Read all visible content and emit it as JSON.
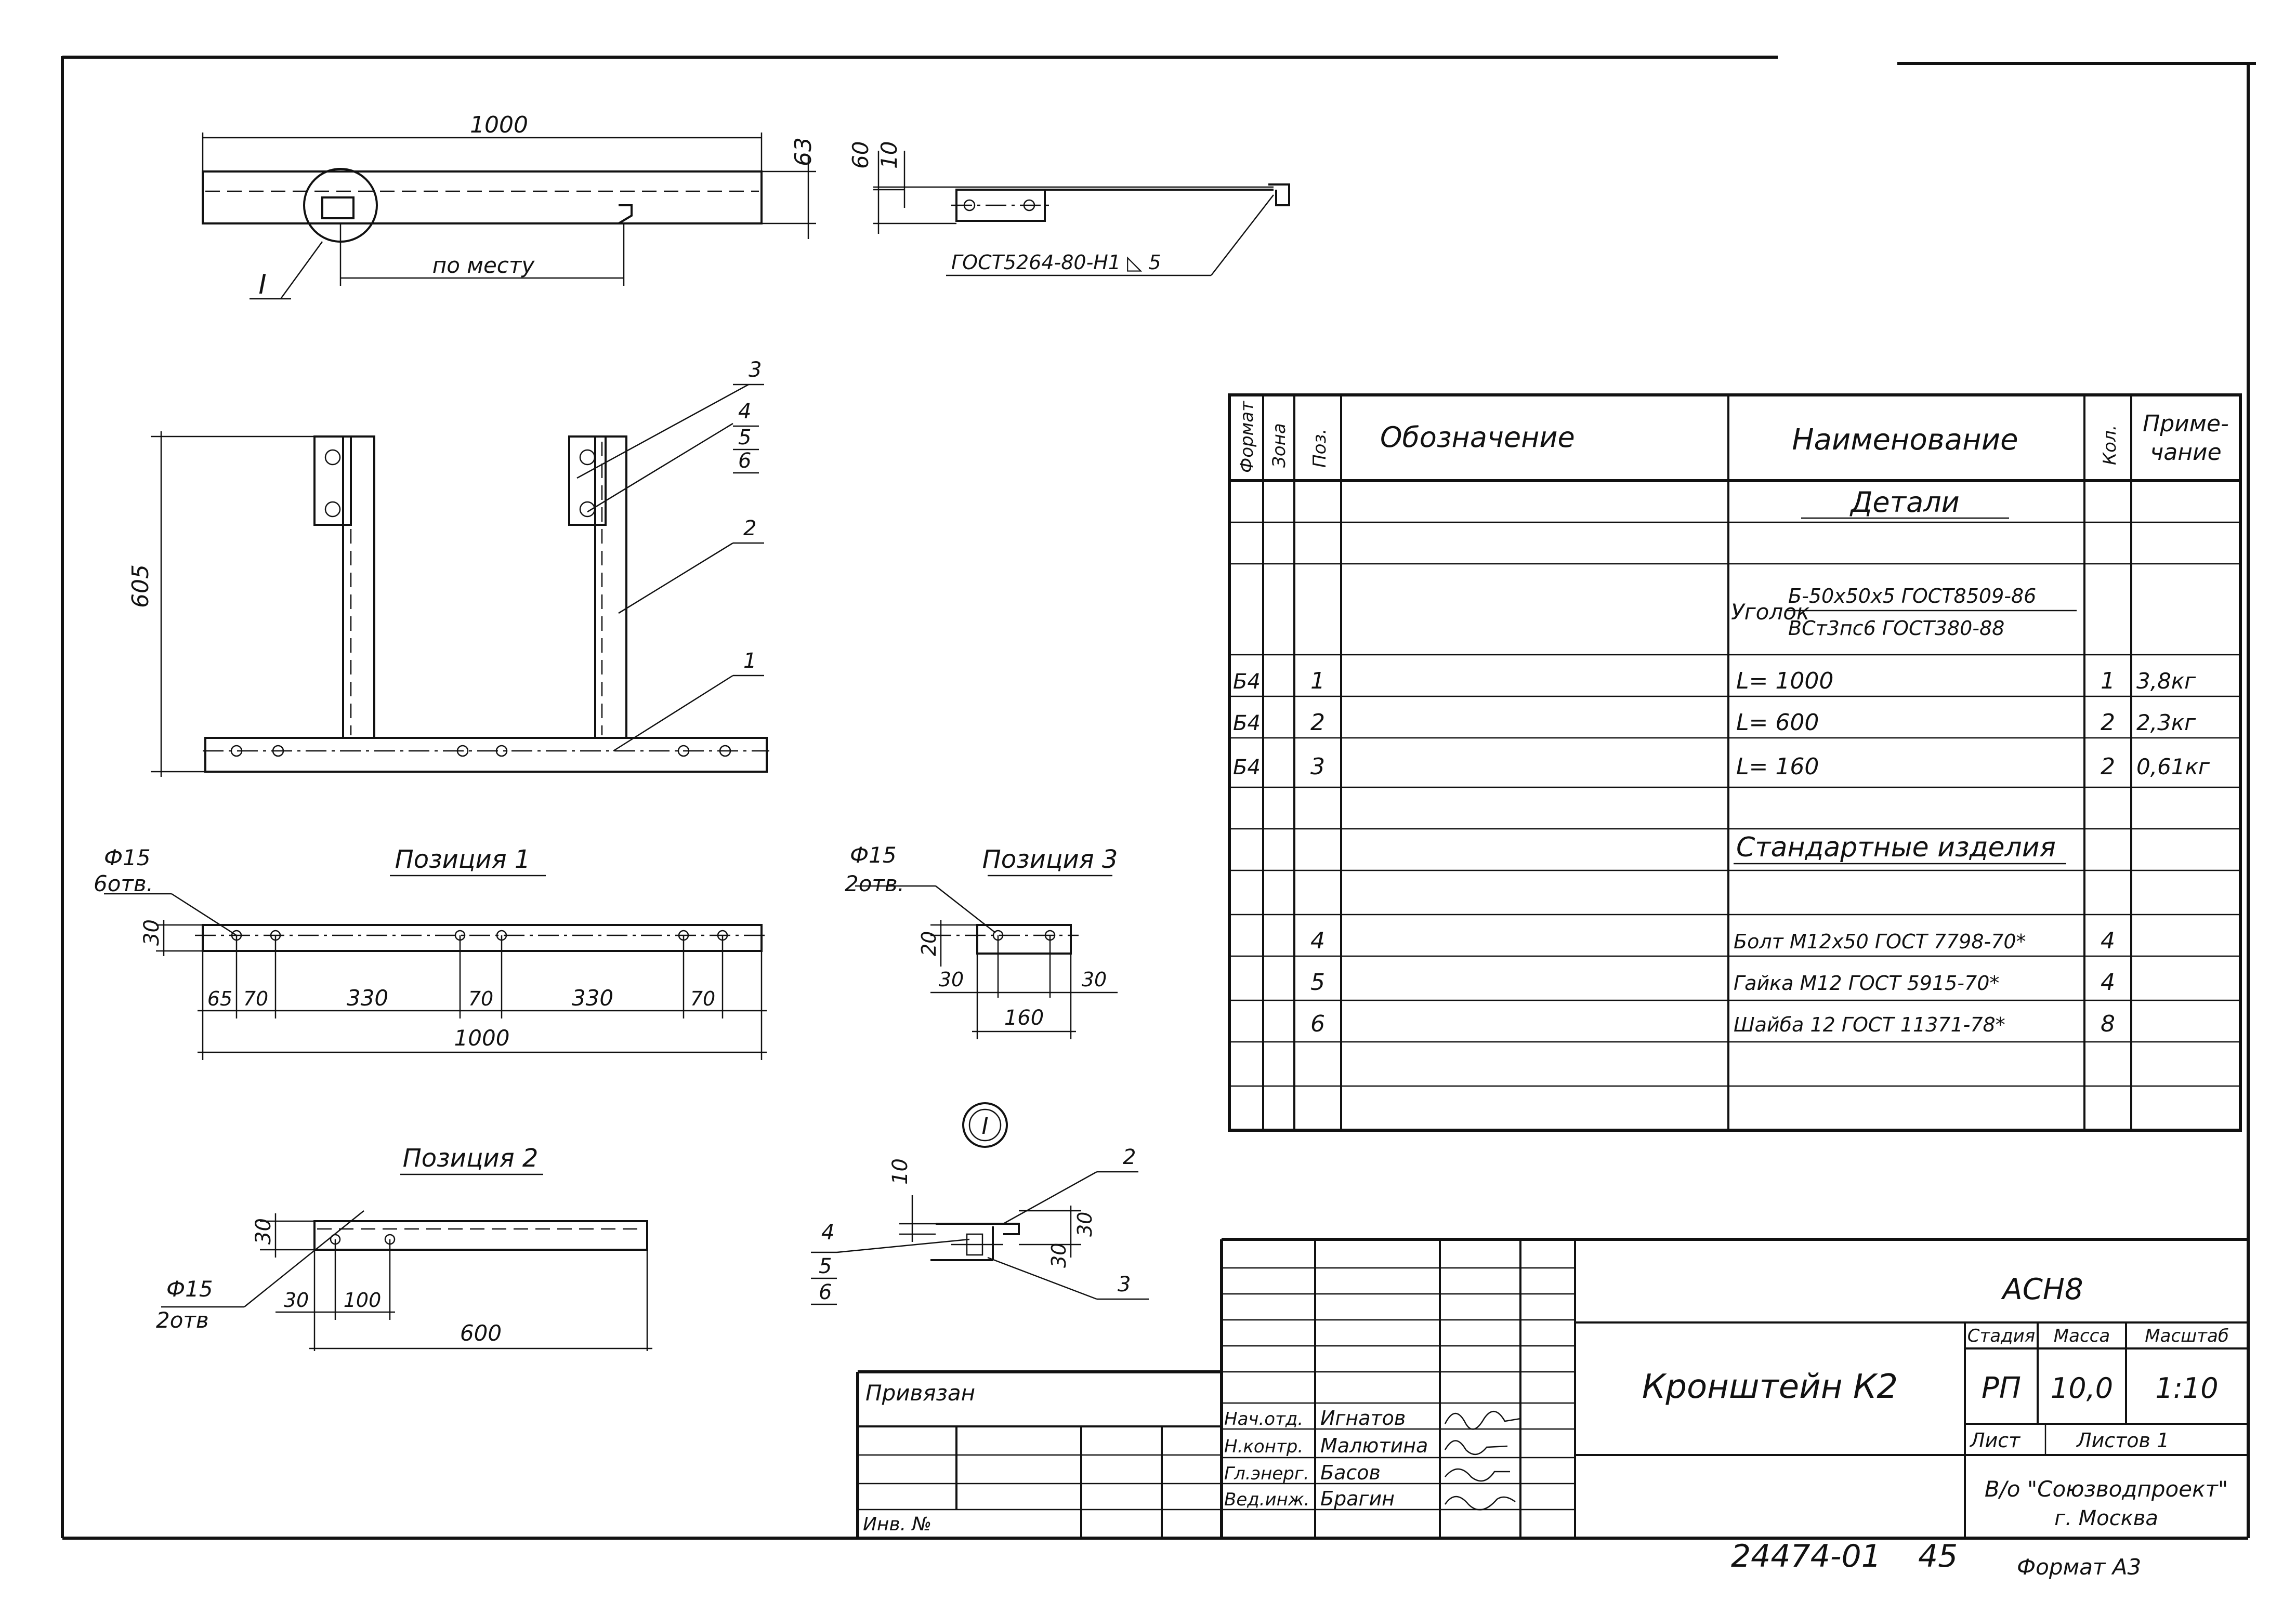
{
  "drawing": {
    "top_view": {
      "dim_length": "1000",
      "dim_height": "63",
      "dim_place": "по месту",
      "callout": "I"
    },
    "side_view": {
      "dim_60": "60",
      "dim_10": "10",
      "weld_note": "ГОСТ5264-80-Н1 ◺ 5"
    },
    "front_view": {
      "dim_height": "605",
      "leader_labels": [
        "3",
        "4",
        "5",
        "6",
        "2",
        "1"
      ]
    },
    "pos1": {
      "title": "Позиция 1",
      "hole_dia": "Ф15",
      "hole_count": "6отв.",
      "dim_width": "30",
      "dims": [
        "65",
        "70",
        "330",
        "70",
        "330",
        "70"
      ],
      "dim_total": "1000"
    },
    "pos2": {
      "title": "Позиция 2",
      "hole_dia": "Ф15",
      "hole_count": "2отв",
      "dim_width": "30",
      "dims": [
        "30",
        "100"
      ],
      "dim_total": "600"
    },
    "pos3": {
      "title": "Позиция 3",
      "hole_dia": "Ф15",
      "hole_count": "2отв.",
      "dim_20": "20",
      "dim_left": "30",
      "dim_right": "30",
      "dim_total": "160"
    },
    "detail": {
      "label": "I",
      "dim_10": "10",
      "dim_30a": "30",
      "dim_30b": "30",
      "leader_2": "2",
      "leader_3": "3",
      "leader_4": "4",
      "leader_5": "5",
      "leader_6": "6"
    }
  },
  "spec": {
    "headers": {
      "format": "Формат",
      "zone": "Зона",
      "pos": "Поз.",
      "designation": "Обозначение",
      "name": "Наименование",
      "qty": "Кол.",
      "note1": "Приме-",
      "note2": "чание"
    },
    "section_details": "Детали",
    "material_prefix": "Уголок",
    "material_top": "Б-50х50х5 ГОСТ8509-86",
    "material_bottom": "ВСт3пс6 ГОСТ380-88",
    "rows": [
      {
        "format": "Б4",
        "pos": "1",
        "name": "L= 1000",
        "qty": "1",
        "note": "3,8кг"
      },
      {
        "format": "Б4",
        "pos": "2",
        "name": "L= 600",
        "qty": "2",
        "note": "2,3кг"
      },
      {
        "format": "Б4",
        "pos": "3",
        "name": "L= 160",
        "qty": "2",
        "note": "0,61кг"
      }
    ],
    "section_standard": "Стандартные изделия",
    "std_rows": [
      {
        "pos": "4",
        "name": "Болт М12х50 ГОСТ 7798-70*",
        "qty": "4"
      },
      {
        "pos": "5",
        "name": "Гайка М12 ГОСТ 5915-70*",
        "qty": "4"
      },
      {
        "pos": "6",
        "name": "Шайба 12 ГОСТ 11371-78*",
        "qty": "8"
      }
    ]
  },
  "title_block": {
    "code": "АСН8",
    "title": "Кронштейн К2",
    "stage_label": "Стадия",
    "mass_label": "Масса",
    "scale_label": "Масштаб",
    "stage": "РП",
    "mass": "10,0",
    "scale": "1:10",
    "sheet_label": "Лист",
    "sheets_label": "Листов 1",
    "org_line1": "В/о \"Союзводпроект\"",
    "org_line2": "г. Москва",
    "roles": [
      {
        "role": "Нач.отд.",
        "name": "Игнатов"
      },
      {
        "role": "Н.контр.",
        "name": "Малютина"
      },
      {
        "role": "Гл.энерг.",
        "name": "Басов"
      },
      {
        "role": "Вед.инж.",
        "name": "Брагин"
      }
    ],
    "privyazan": "Привязан",
    "inv_no": "Инв. №"
  },
  "footer": {
    "number": "24474-01",
    "page": "45",
    "format": "Формат А3"
  }
}
